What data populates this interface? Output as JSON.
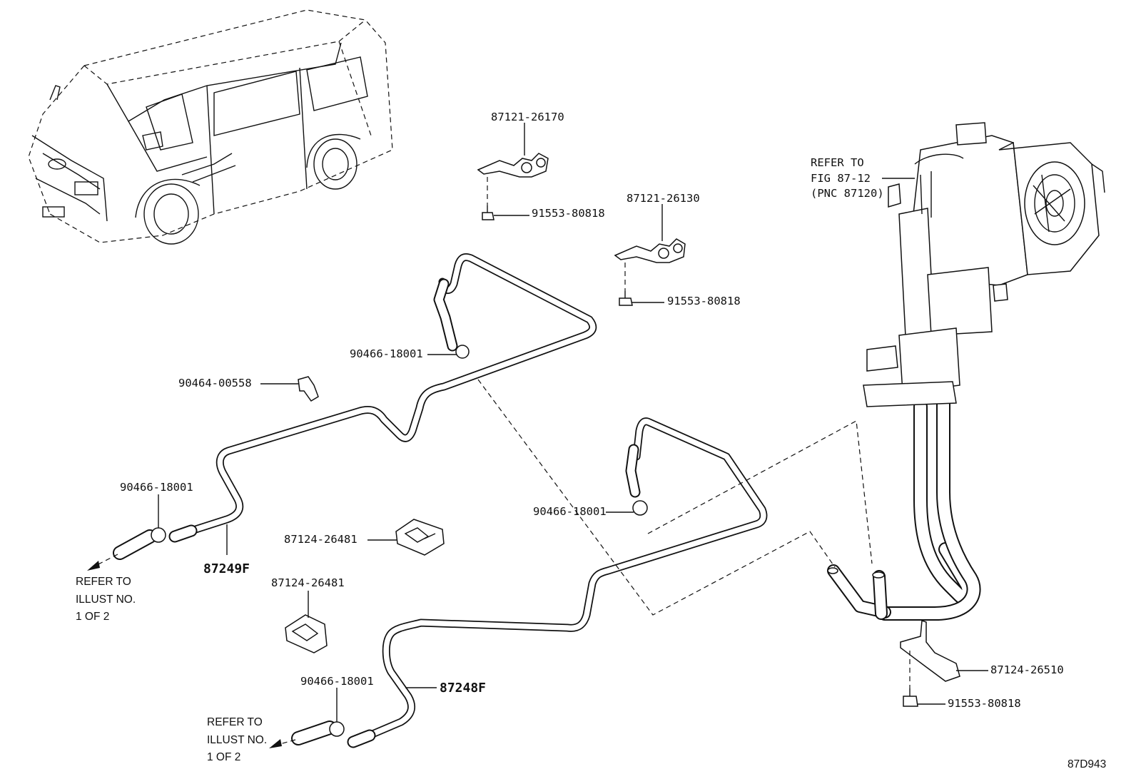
{
  "diagram": {
    "figure_code": "87D943",
    "callouts": {
      "bracket_upper": "87121-26170",
      "bolt_upper": "91553-80818",
      "bracket_mid": "87121-26130",
      "bolt_mid": "91553-80818",
      "clamp_upper_pipe": "90466-18001",
      "clip_left": "90464-00558",
      "clamp_left": "90466-18001",
      "pipe_upper_pnc": "87249F",
      "clamp_right_pipe": "90466-18001",
      "clamp_block_mid": "87124-26481",
      "clamp_block_lower": "87124-26481",
      "clamp_bottom": "90466-18001",
      "pipe_lower_pnc": "87248F",
      "clamp_bracket_right": "87124-26510",
      "bolt_right": "91553-80818"
    },
    "refer_heater": {
      "line1": "REFER TO",
      "line2": "FIG 87-12",
      "line3": "(PNC 87120)"
    },
    "refer_upper": {
      "line1": "REFER TO",
      "line2": "ILLUST NO.",
      "line3": "1 OF 2"
    },
    "refer_lower": {
      "line1": "REFER TO",
      "line2": "ILLUST NO.",
      "line3": "1 OF 2"
    }
  }
}
